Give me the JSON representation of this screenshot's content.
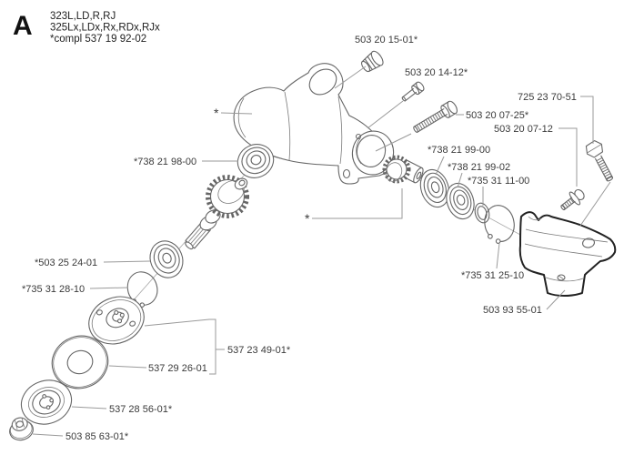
{
  "header": {
    "section_letter": "A",
    "models_line1": "323L,LD,R,RJ",
    "models_line2": "325Lx,LDx,Rx,RDx,RJx",
    "compl_note": "*compl 537 19 92-02"
  },
  "colors": {
    "background": "#ffffff",
    "label_text": "#3a3a3a",
    "part_line": "#666666",
    "guard_outline": "#222222",
    "leader_line": "#9a9a9a"
  },
  "part_labels": {
    "plug": "503 20 15-01*",
    "screw_small": "503 20 14-12*",
    "bolt_hex": "725 23 70-51",
    "bolt_long": "503 20 07-25*",
    "screw_flange": "503 20 07-12",
    "bearing_top": "*738 21 98-00",
    "bearing_right_1": "*738 21 99-00",
    "bearing_right_2": "*738 21 99-02",
    "washer_small": "*735 31 11-00",
    "snap_ring_right": "*735 31 25-10",
    "guard": "503 93 55-01",
    "bearing_left": "*503 25 24-01",
    "snap_ring_left": "*735 31 28-10",
    "washer_kit": "537 23 49-01*",
    "washer_large": "537 29 26-01",
    "support_cup": "537 28 56-01*",
    "nut": "503 85 63-01*",
    "housing_ref": "*",
    "gear_ref": "*"
  }
}
